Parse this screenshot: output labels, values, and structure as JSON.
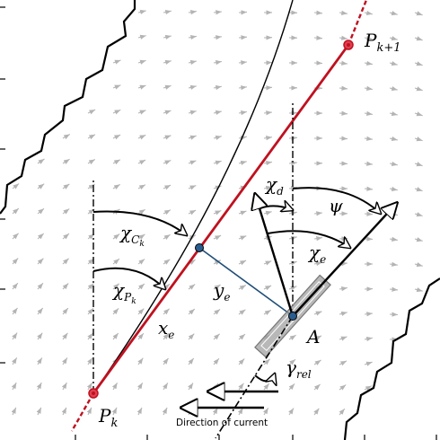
{
  "colors": {
    "path": "#c0111f",
    "vector_field": "#b4b4b4",
    "boat_fill": "#9a9a9a",
    "cross_track": "#1f4e79",
    "ink": "#000000"
  },
  "waypoints": {
    "start": {
      "base": "P",
      "sub": "k"
    },
    "end": {
      "base": "P",
      "sub": "k+1"
    }
  },
  "vessel_label": "A",
  "symbols": {
    "chi_c": {
      "base": "χ",
      "sub": "C",
      "subsub": "k"
    },
    "chi_p": {
      "base": "χ",
      "sub": "P",
      "subsub": "k"
    },
    "chi_d": {
      "base": "χ",
      "sub": "d"
    },
    "chi_e": {
      "base": "χ",
      "sub": "e"
    },
    "psi": "ψ",
    "y_e": {
      "base": "y",
      "sub": "e"
    },
    "x_e": {
      "base": "x",
      "sub": "e"
    },
    "gamma_rel": {
      "base": "γ",
      "sub": "rel"
    }
  },
  "current_caption": "Direction of current",
  "icons": [
    "vector-field-arrow-icon",
    "waypoint-marker-icon",
    "vessel-icon"
  ]
}
